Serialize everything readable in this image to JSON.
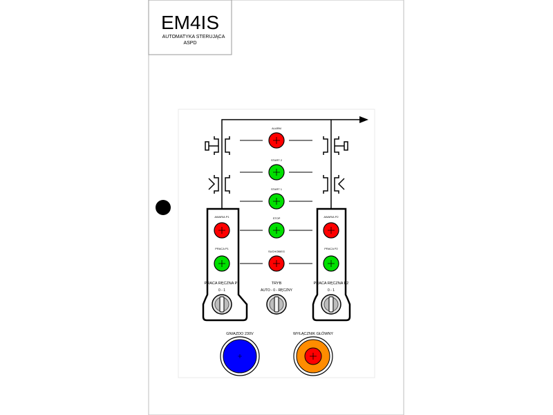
{
  "header": {
    "title": "EM4IS",
    "subtitle_line1": "AUTOMATYKA STERUJĄCA",
    "subtitle_line2": "ASPD"
  },
  "panel": {
    "center_lamps": [
      {
        "label": "ALARM",
        "color": "#ff0000"
      },
      {
        "label": "START 2",
        "color": "#00e000"
      },
      {
        "label": "START 1",
        "color": "#00e000"
      },
      {
        "label": "STOP",
        "color": "#00e000"
      },
      {
        "label": "SUCHOBIEG",
        "color": "#ff0000"
      }
    ],
    "pump1": {
      "fault_label": "AWARIA P1",
      "fault_color": "#ff0000",
      "run_label": "PRACA P1",
      "run_color": "#00e000",
      "manual_label": "PRACA RĘCZNA P1",
      "switch_positions": "0 - 1"
    },
    "pump2": {
      "fault_label": "AWARIA P2",
      "fault_color": "#ff0000",
      "run_label": "PRACA P2",
      "run_color": "#00e000",
      "manual_label": "PRACA RĘCZNA P2",
      "switch_positions": "0 - 1"
    },
    "mode": {
      "label": "TRYB",
      "positions": "AUTO - 0 - RĘCZNY"
    },
    "socket": {
      "label": "GNIAZDO 230V",
      "color": "#0000ff"
    },
    "main_switch": {
      "label": "WYŁĄCZNIK GŁÓWNY",
      "outer_color": "#ff8c00",
      "inner_color": "#ff0000"
    }
  }
}
